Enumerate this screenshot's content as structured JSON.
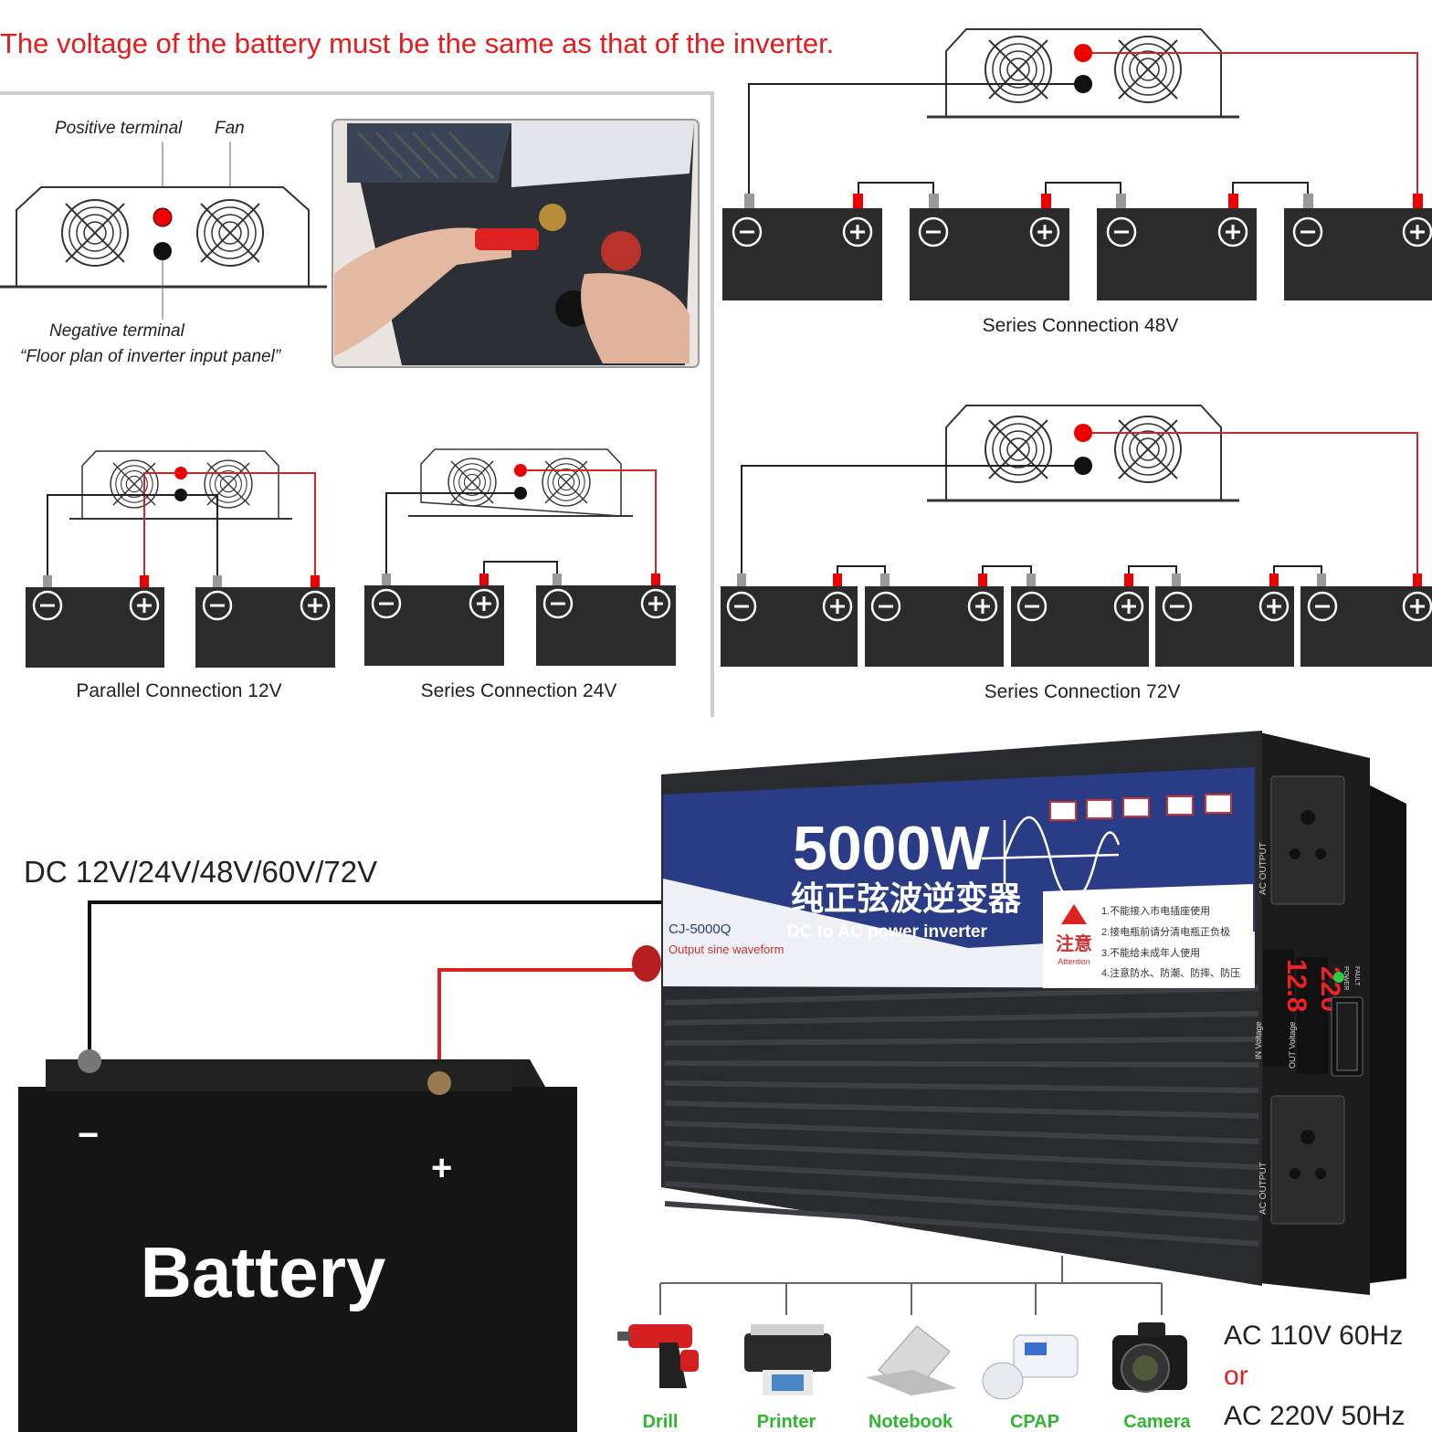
{
  "header": {
    "warning": "The voltage of the battery must be the same as that of the inverter.",
    "warning_color": "#e11d1d"
  },
  "floor_plan": {
    "positive_label": "Positive terminal",
    "fan_label": "Fan",
    "negative_label": "Negative terminal",
    "caption": "“Floor plan of inverter input panel”"
  },
  "connections": {
    "parallel_12v": "Parallel Connection 12V",
    "series_24v": "Series Connection 24V",
    "series_48v": "Series Connection 48V",
    "series_72v": "Series Connection 72V"
  },
  "inverter": {
    "power": "5000W",
    "chinese_title": "纯正弦波逆变器",
    "subtitle": "DC to AC  power inverter",
    "model": "CJ-5000Q",
    "waveform": "Output sine waveform",
    "attention_cn": "注意",
    "attention_en": "Attention",
    "notes": [
      "1.不能接入市电插座使用",
      "2.接电瓶前请分清电瓶正负极",
      "3.不能给未成年人使用",
      "4.注意防水、防潮、防摔、防压"
    ],
    "in_display": "12.8",
    "out_display": "220",
    "in_label": "IN Voltage",
    "out_label": "OUT Voltage",
    "ac_output": "AC OUTPUT",
    "power_led": "POWER",
    "fault_led": "FAULT"
  },
  "battery": {
    "label": "Battery",
    "minus": "−",
    "plus": "+"
  },
  "dc_label": "DC 12V/24V/48V/60V/72V",
  "devices": {
    "items": [
      "Drill",
      "Printer",
      "Notebook",
      "CPAP",
      "Camera"
    ],
    "label_color": "#2fb52f"
  },
  "ac_output": {
    "line1": "AC 110V 60Hz",
    "or": "or",
    "line2": "AC 220V 50Hz"
  },
  "colors": {
    "battery": "#2b2b2b",
    "wire_red": "#d62424",
    "wire_black": "#222222",
    "inverter_blue": "#2a3c86"
  }
}
